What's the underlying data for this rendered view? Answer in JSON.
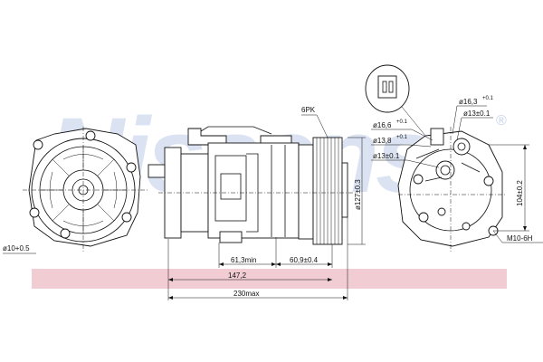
{
  "watermark": {
    "text": "Nissens",
    "registered": "®",
    "band_color": "#f1ccd3",
    "text_color": "#d5dff0"
  },
  "labels": {
    "left_bolt": "ø10+0.5",
    "belt": "6PK",
    "pulley_dia": "ø127±0.3",
    "dim_61": "61,3min",
    "dim_60": "60,9±0.4",
    "dim_147": "147,2",
    "dim_230": "230max",
    "d16_3": "ø16,3",
    "d16_3_tol": "+0.1",
    "d13_1": "ø13±0.1",
    "d16_6": "ø16,6",
    "d16_6_tol": "+0.1",
    "d13_8": "ø13,8",
    "d13_8_tol": "+0.1",
    "d13_2": "ø13±0.1",
    "height_104": "104±0.2",
    "thread": "M10-6H"
  }
}
